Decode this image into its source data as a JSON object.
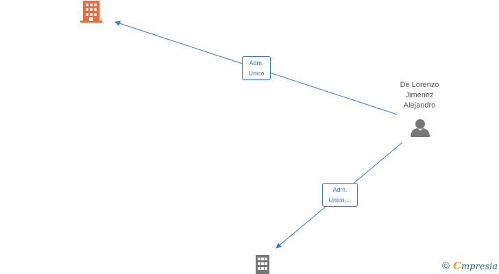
{
  "diagram": {
    "person": {
      "name_lines": [
        "De Lorenzo",
        "Jimenez",
        "Alejandro"
      ],
      "icon": "person-icon",
      "color": "#777777"
    },
    "companies": [
      {
        "icon": "building-icon",
        "color": "#f4673a",
        "role": "highlighted"
      },
      {
        "icon": "building-icon",
        "color": "#777777",
        "role": "normal"
      }
    ],
    "edges": [
      {
        "from": "person",
        "to": "company-1",
        "label_lines": [
          "Adm.",
          "Unico"
        ]
      },
      {
        "from": "person",
        "to": "company-2",
        "label_lines": [
          "Adm.",
          "Unico,..."
        ]
      }
    ],
    "edge_color": "#2f7bd6"
  },
  "watermark": {
    "copyright_symbol": "©",
    "brand_initial": "C",
    "brand_rest": "mpresia"
  }
}
